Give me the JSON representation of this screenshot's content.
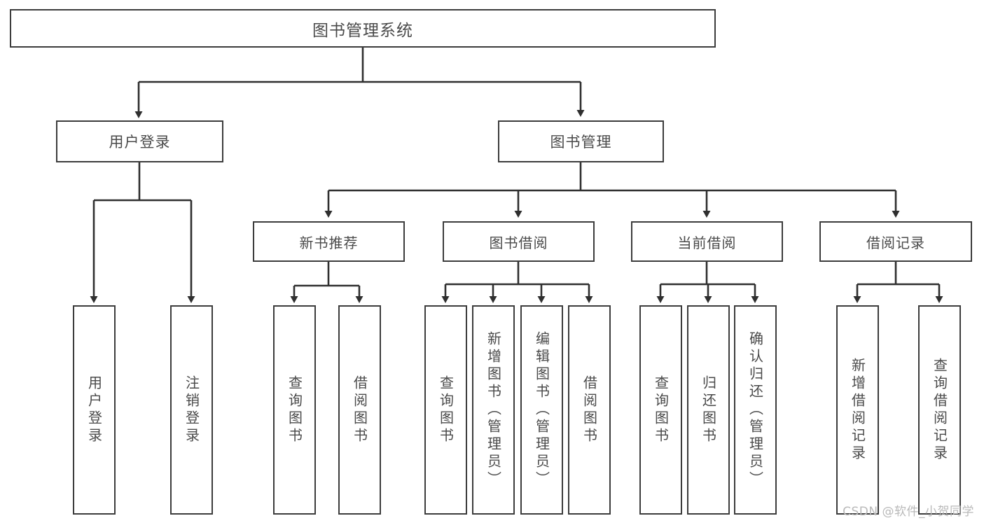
{
  "diagram": {
    "type": "tree-hierarchy",
    "title": "图书管理系统",
    "root": {
      "label": "图书管理系统"
    },
    "level1": [
      {
        "label": "用户登录"
      },
      {
        "label": "图书管理"
      }
    ],
    "level2": [
      {
        "label": "新书推荐"
      },
      {
        "label": "图书借阅"
      },
      {
        "label": "当前借阅"
      },
      {
        "label": "借阅记录"
      }
    ],
    "leaves": {
      "user_login": [
        {
          "label": "用户登录"
        },
        {
          "label": "注销登录"
        }
      ],
      "new_book_recommend": [
        {
          "label": "查询图书"
        },
        {
          "label": "借阅图书"
        }
      ],
      "book_borrow": [
        {
          "label": "查询图书"
        },
        {
          "label": "新增图书（管理员）"
        },
        {
          "label": "编辑图书（管理员）"
        },
        {
          "label": "借阅图书"
        }
      ],
      "current_borrow": [
        {
          "label": "查询图书"
        },
        {
          "label": "归还图书"
        },
        {
          "label": "确认归还（管理员）"
        }
      ],
      "borrow_record": [
        {
          "label": "新增借阅记录"
        },
        {
          "label": "查询借阅记录"
        }
      ]
    }
  },
  "watermark": {
    "text": "CSDN @软件_小贺同学"
  },
  "colors": {
    "box_border": "#3c3c3c",
    "box_fill": "#ffffff",
    "text": "#4a4a4a",
    "connector": "#2f2f2f",
    "watermark": "#b9b9b9",
    "background": "#ffffff"
  }
}
